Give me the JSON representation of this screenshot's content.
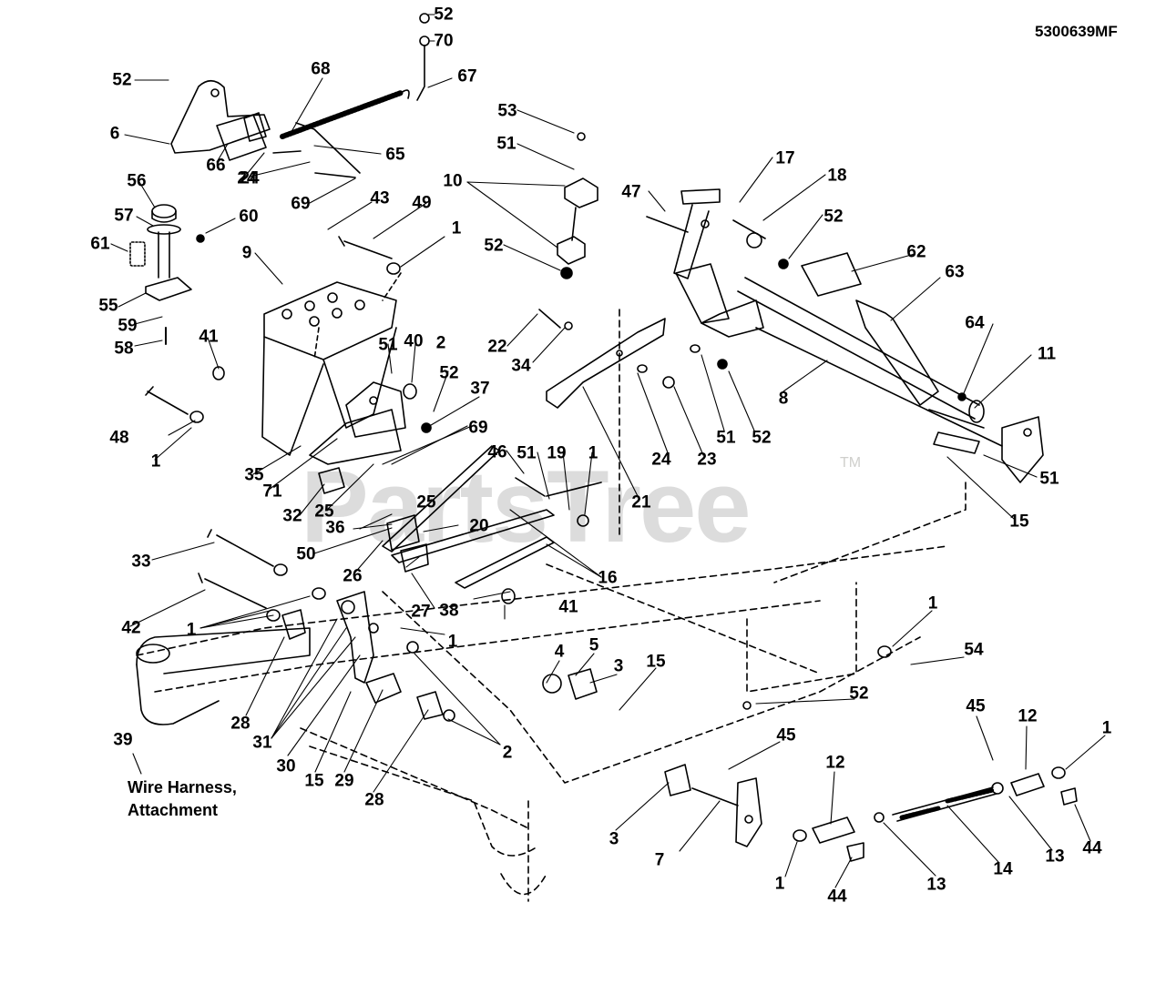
{
  "diagram_code": "5300639MF",
  "watermark": {
    "text": "PartsTree",
    "tm": "TM"
  },
  "note": {
    "line1": "Wire Harness,",
    "line2": "Attachment"
  },
  "callouts": [
    "52",
    "70",
    "68",
    "67",
    "52",
    "6",
    "66",
    "24",
    "65",
    "24",
    "69",
    "56",
    "57",
    "60",
    "61",
    "55",
    "59",
    "58",
    "43",
    "49",
    "1",
    "9",
    "53",
    "51",
    "10",
    "52",
    "47",
    "17",
    "18",
    "52",
    "62",
    "63",
    "64",
    "11",
    "8",
    "51",
    "52",
    "51",
    "15",
    "22",
    "34",
    "24",
    "23",
    "21",
    "41",
    "51",
    "40",
    "2",
    "52",
    "37",
    "69",
    "48",
    "1",
    "35",
    "71",
    "32",
    "25",
    "36",
    "25",
    "20",
    "50",
    "46",
    "51",
    "19",
    "1",
    "16",
    "33",
    "26",
    "27",
    "38",
    "41",
    "42",
    "1",
    "1",
    "28",
    "31",
    "30",
    "15",
    "29",
    "28",
    "2",
    "4",
    "5",
    "3",
    "15",
    "1",
    "54",
    "52",
    "39",
    "45",
    "12",
    "45",
    "12",
    "1",
    "3",
    "7",
    "1",
    "44",
    "13",
    "14",
    "13",
    "44"
  ]
}
